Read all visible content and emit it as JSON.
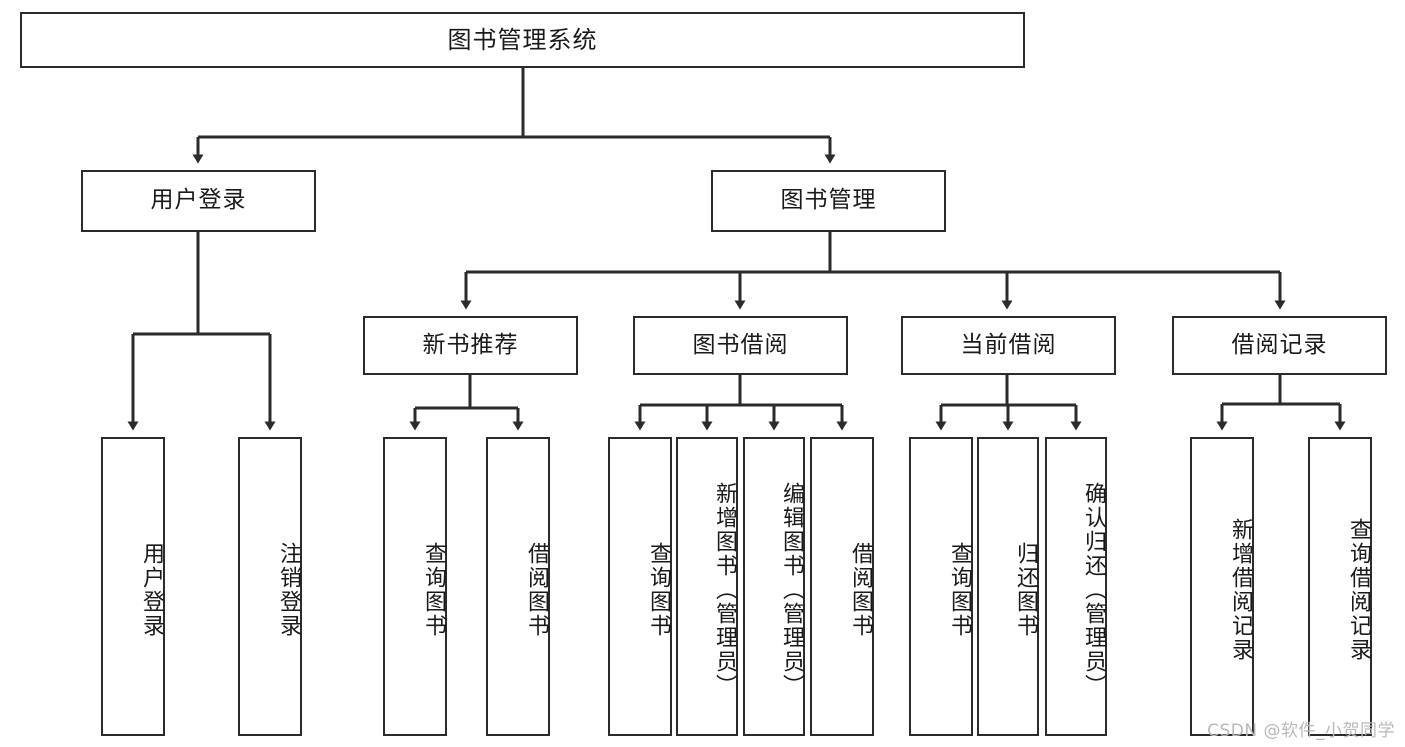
{
  "diagram": {
    "title": "图书管理系统",
    "type": "tree",
    "watermark": "CSDN @软件_小贺同学",
    "colors": {
      "stroke": "#2b2b2b",
      "fill": "#ffffff",
      "text": "#1a1a1a",
      "watermark": "#b9b9b9"
    },
    "levels": {
      "root": "图书管理系统",
      "level2": [
        "用户登录",
        "图书管理"
      ],
      "level3": [
        "新书推荐",
        "图书借阅",
        "当前借阅",
        "借阅记录"
      ]
    },
    "nodes": {
      "root": {
        "label": "图书管理系统"
      },
      "user_login": {
        "label": "用户登录"
      },
      "book_manage": {
        "label": "图书管理"
      },
      "new_book_rec": {
        "label": "新书推荐"
      },
      "book_borrow": {
        "label": "图书借阅"
      },
      "current_borrow": {
        "label": "当前借阅"
      },
      "borrow_record": {
        "label": "借阅记录"
      },
      "leaf_user_login": {
        "label": "用户登录"
      },
      "leaf_user_logout": {
        "label": "注销登录"
      },
      "leaf_query_book_1": {
        "label": "查询图书"
      },
      "leaf_borrow_book_1": {
        "label": "借阅图书"
      },
      "leaf_query_book_2": {
        "label": "查询图书"
      },
      "leaf_add_book": {
        "label": "新增图书（管理员）"
      },
      "leaf_edit_book": {
        "label": "编辑图书（管理员）"
      },
      "leaf_borrow_book_2": {
        "label": "借阅图书"
      },
      "leaf_query_book_3": {
        "label": "查询图书"
      },
      "leaf_return_book": {
        "label": "归还图书"
      },
      "leaf_confirm_return": {
        "label": "确认归还（管理员）"
      },
      "leaf_add_record": {
        "label": "新增借阅记录"
      },
      "leaf_query_record": {
        "label": "查询借阅记录"
      }
    },
    "edges": [
      {
        "from": "root",
        "to": "user_login"
      },
      {
        "from": "root",
        "to": "book_manage"
      },
      {
        "from": "user_login",
        "to": "leaf_user_login"
      },
      {
        "from": "user_login",
        "to": "leaf_user_logout"
      },
      {
        "from": "book_manage",
        "to": "new_book_rec"
      },
      {
        "from": "book_manage",
        "to": "book_borrow"
      },
      {
        "from": "book_manage",
        "to": "current_borrow"
      },
      {
        "from": "book_manage",
        "to": "borrow_record"
      },
      {
        "from": "new_book_rec",
        "to": "leaf_query_book_1"
      },
      {
        "from": "new_book_rec",
        "to": "leaf_borrow_book_1"
      },
      {
        "from": "book_borrow",
        "to": "leaf_query_book_2"
      },
      {
        "from": "book_borrow",
        "to": "leaf_add_book"
      },
      {
        "from": "book_borrow",
        "to": "leaf_edit_book"
      },
      {
        "from": "book_borrow",
        "to": "leaf_borrow_book_2"
      },
      {
        "from": "current_borrow",
        "to": "leaf_query_book_3"
      },
      {
        "from": "current_borrow",
        "to": "leaf_return_book"
      },
      {
        "from": "current_borrow",
        "to": "leaf_confirm_return"
      },
      {
        "from": "borrow_record",
        "to": "leaf_add_record"
      },
      {
        "from": "borrow_record",
        "to": "leaf_query_record"
      }
    ]
  }
}
